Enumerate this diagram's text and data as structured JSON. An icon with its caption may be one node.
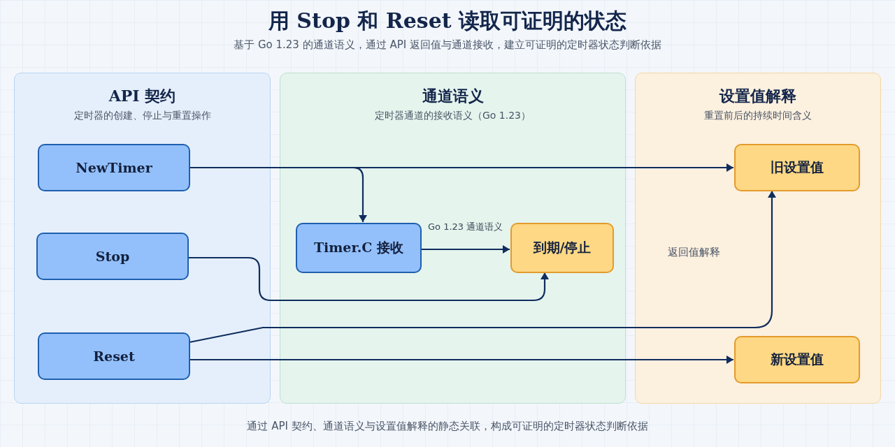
{
  "diagram": {
    "title": "用 Stop 和 Reset 读取可证明的状态",
    "caption": "通过 API 契约、通道语义与设置值解释的静态关联，构成可证明的定时器状态判断依据",
    "nodes": [
      {
        "text": [
          "API 契约",
          "定时器的创建、停止与重置操作"
        ]
      },
      {
        "text": [
          "NewTimer"
        ],
        "in": 0
      },
      {
        "text": [
          "Stop"
        ],
        "in": 0
      },
      {
        "text": [
          "Reset"
        ],
        "in": 0
      },
      {
        "text": [
          "通道语义",
          "定时器通道的接收语义（Go 1.23）"
        ]
      },
      {
        "text": [
          "Timer.C 接收"
        ],
        "in": 4
      },
      {
        "text": [
          "到期/停止"
        ],
        "in": 4
      },
      {
        "text": [
          "设置值解释",
          "重置前后的持续时间含义"
        ]
      },
      {
        "text": [
          "旧设置值"
        ],
        "in": 7
      },
      {
        "text": [
          "新设置值"
        ],
        "in": 7
      }
    ],
    "edges": [
      {
        "from": 1,
        "to": 8,
        "arrow": "to"
      },
      {
        "from": 1,
        "to": 5,
        "arrow": "to"
      },
      {
        "from": 5,
        "to": 6,
        "arrow": "to",
        "label": "Go 1.23 通道语义"
      },
      {
        "from": 2,
        "to": 6,
        "arrow": "to"
      },
      {
        "from": 3,
        "to": 8,
        "arrow": "to"
      },
      {
        "from": 3,
        "to": 9,
        "arrow": "to"
      }
    ],
    "labels": [
      "基于 Go 1.23 的通道语义，通过 API 返回值与通道接收，建立可证明的定时器状态判断依据",
      "返回值解释"
    ]
  }
}
